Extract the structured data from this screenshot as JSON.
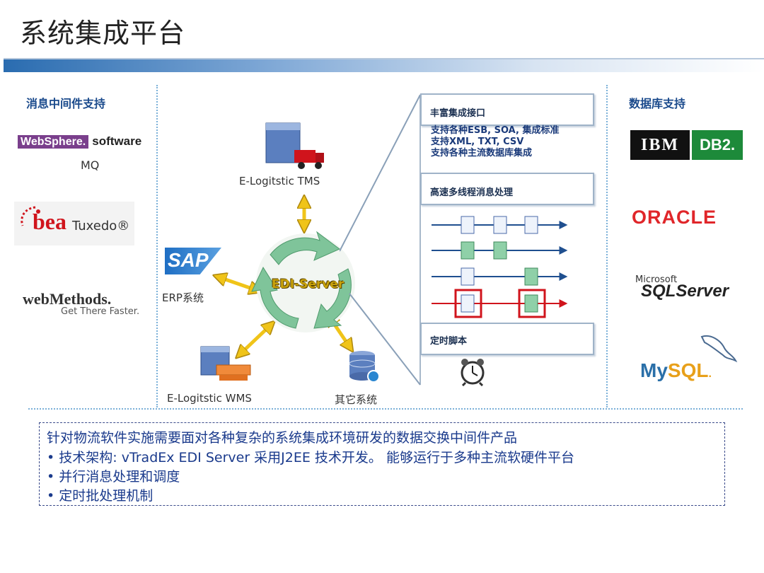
{
  "slide": {
    "title": "系统集成平台"
  },
  "left_column": {
    "heading": "消息中间件支持",
    "items": [
      {
        "brand": "WebSphere.",
        "suffix": "software",
        "sub": "MQ"
      },
      {
        "brand": "bea",
        "suffix": "Tuxedo®"
      },
      {
        "brand": "webMethods.",
        "tagline": "Get There Faster."
      }
    ]
  },
  "center": {
    "hub_label": "EDI-Server",
    "nodes": {
      "tms": "E-Logitstic TMS",
      "erp_logo": "SAP",
      "erp": "ERP系统",
      "wms": "E-Logitstic WMS",
      "other": "其它系统"
    }
  },
  "features": {
    "integration": {
      "title": "丰富集成接口",
      "lines": [
        "支持各种ESB, SOA, 集成标准",
        "支持XML, TXT, CSV",
        "支持各种主流数据库集成"
      ]
    },
    "threading": {
      "title": "高速多线程消息处理"
    },
    "schedule": {
      "title": "定时脚本"
    }
  },
  "right_column": {
    "heading": "数据库支持",
    "logos": {
      "ibm": "IBM",
      "db2": "DB2.",
      "oracle": "ORACLE",
      "ms_small": "Microsoft",
      "sqlserver": "SQLServer",
      "mysql_my": "My",
      "mysql_sql": "SQL",
      "mysql_dot": "."
    }
  },
  "summary": {
    "lines": [
      "针对物流软件实施需要面对各种复杂的系统集成环境研发的数据交换中间件产品",
      "• 技术架构: vTradEx EDI Server 采用J2EE 技术开发。 能够运行于多种主流软硬件平台",
      "• 并行消息处理和调度",
      "• 定时批处理机制"
    ]
  },
  "colors": {
    "heading": "#1a4a8c",
    "separator": "#7bb0d8",
    "arrow": "#f0c419",
    "thread_blue": "#1f4f8f",
    "thread_red": "#d0141c",
    "websphere": "#7a3f8c",
    "oracle": "#e0262a",
    "mysql": "#2a6fa8",
    "mysql_sql": "#e8a01a",
    "db2": "#1d8a3a"
  }
}
